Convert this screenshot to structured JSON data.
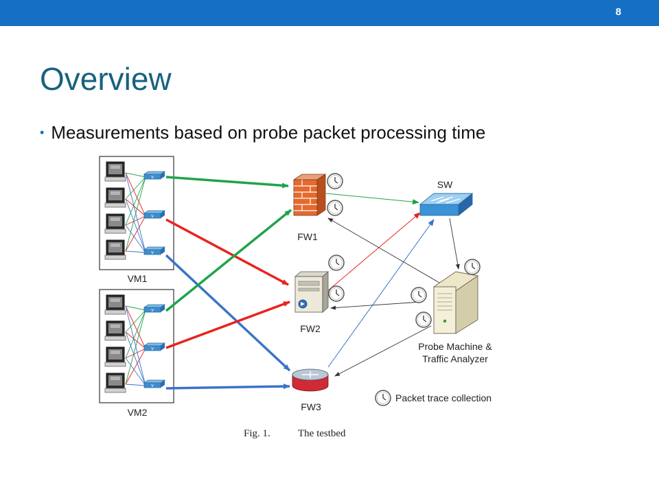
{
  "slide": {
    "number": "8",
    "title": "Overview",
    "bullets": [
      "Measurements based on probe packet processing time"
    ]
  },
  "diagram": {
    "groups": [
      {
        "label": "VM1"
      },
      {
        "label": "VM2"
      }
    ],
    "nodes": [
      {
        "label": "FW1",
        "icon": "brick-firewall-icon"
      },
      {
        "label": "FW2",
        "icon": "server-icon"
      },
      {
        "label": "FW3",
        "icon": "router-icon"
      },
      {
        "label": "SW",
        "icon": "network-switch-icon"
      },
      {
        "label_line1": "Probe Machine &",
        "label_line2": "Traffic Analyzer",
        "icon": "server-tower-icon"
      }
    ],
    "legend": {
      "label": "Packet trace collection",
      "icon": "clock-icon"
    },
    "caption": {
      "fig": "Fig. 1.",
      "text": "The testbed"
    },
    "colors": {
      "green": "#1fa34a",
      "red": "#e8231f",
      "blue": "#3b73c8",
      "topbar": "#1570c4",
      "title": "#17627e"
    }
  }
}
